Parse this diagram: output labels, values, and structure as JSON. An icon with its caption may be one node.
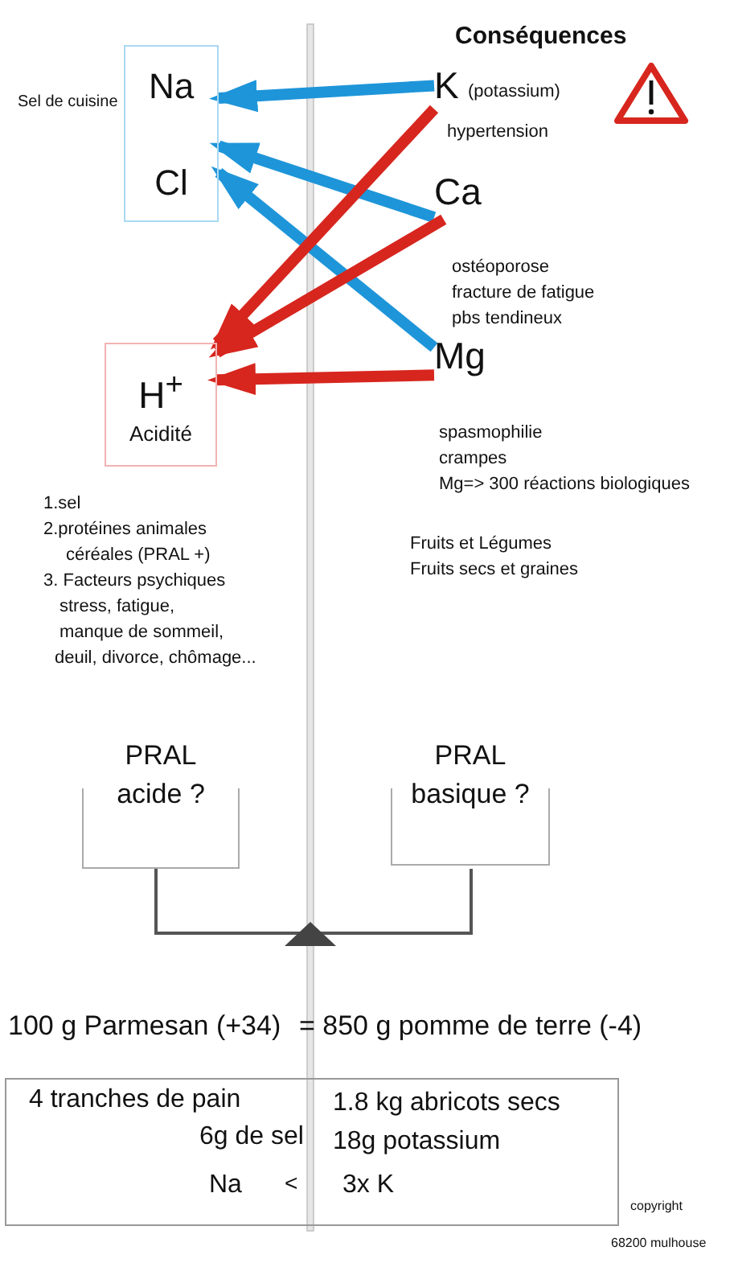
{
  "diagram": {
    "title": "Conséquences",
    "nodes": [
      {
        "text": [
          "Na",
          "Cl"
        ],
        "beside": [
          "Sel de cuisine"
        ]
      },
      {
        "text": [
          "K"
        ],
        "beside": [
          "(potassium)"
        ]
      },
      {
        "text": [
          "Ca"
        ]
      },
      {
        "text": [
          "Mg"
        ]
      },
      {
        "text": [
          "H$^{+}$",
          "Acidité"
        ]
      },
      {
        "text": [
          "PRAL acide ?"
        ]
      },
      {
        "text": [
          "PRAL basique ?"
        ]
      },
      {
        "text": [
          "4 tranches de pain",
          "6g de sel",
          "1.8 kg abricots secs",
          "18g potassium",
          "Na",
          "<",
          "3x K"
        ]
      }
    ],
    "edges": [
      {
        "from": 1,
        "to": 0,
        "arrow": "to",
        "color": "#1e95d9"
      },
      {
        "from": 2,
        "to": 0,
        "arrow": "to",
        "color": "#1e95d9"
      },
      {
        "from": 3,
        "to": 0,
        "arrow": "to",
        "color": "#1e95d9"
      },
      {
        "from": 1,
        "to": 4,
        "arrow": "to",
        "color": "#d7261e"
      },
      {
        "from": 2,
        "to": 4,
        "arrow": "to",
        "color": "#d7261e"
      },
      {
        "from": 3,
        "to": 4,
        "arrow": "to",
        "color": "#d7261e"
      }
    ],
    "labels": [
      "hypertension",
      "ostéoporose",
      "fracture de fatigue",
      "pbs tendineux",
      "spasmophilie",
      "crampes",
      "Mg=> 300 réactions biologiques",
      "1.sel",
      "2.protéines animales",
      "céréales (PRAL +)",
      "3. Facteurs psychiques",
      "stress, fatigue,",
      "manque de sommeil,",
      "deuil, divorce, chômage...",
      "Fruits et Légumes",
      "Fruits secs et graines",
      "100 g Parmesan (+34)",
      "= 850 g pomme de terre (-4)",
      "copyright",
      "68200 mulhouse"
    ]
  }
}
